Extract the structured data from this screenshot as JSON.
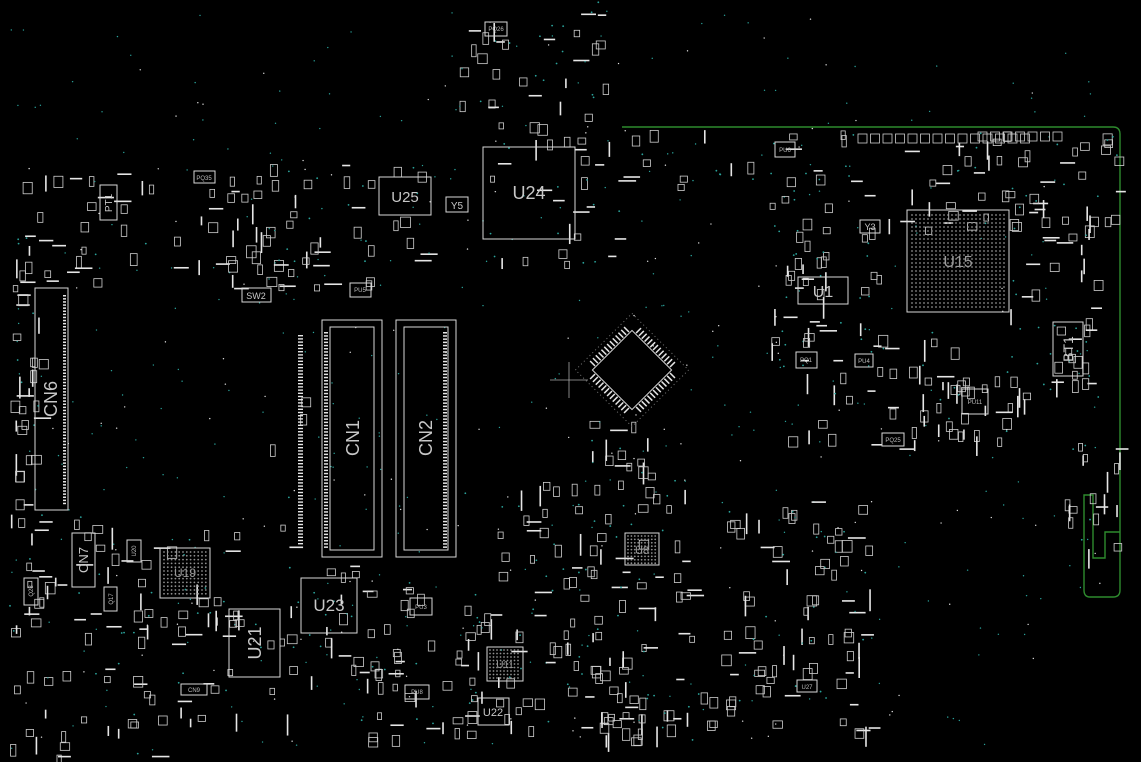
{
  "board": {
    "outline_color": "#2e8b2e",
    "silk_color": "#d8d8d8",
    "via_color": "#2aa39b"
  },
  "components": {
    "u24": "U24",
    "u25": "U25",
    "y5": "Y5",
    "u15": "U15",
    "u1": "U1",
    "y3": "Y3",
    "bt1": "BT1",
    "cn6": "CN6",
    "cn1": "CN1",
    "cn2": "CN2",
    "cn7": "CN7",
    "cn9": "CN9",
    "u19": "U19",
    "u23": "U23",
    "u21": "U21",
    "u8": "U8",
    "u11": "U11",
    "u22": "U22",
    "u27": "U27",
    "u20": "U20",
    "pt1": "PT1",
    "sw2": "SW2",
    "pu3": "PU3",
    "pu4": "PU4",
    "pu5": "PU5",
    "pu6": "PU6",
    "pu8": "PU8",
    "pu11": "PU11",
    "pq1": "PQ1",
    "pq25": "PQ25",
    "pq26": "PQ26",
    "pq35": "PQ35",
    "q17": "Q17",
    "q28": "Q28"
  }
}
